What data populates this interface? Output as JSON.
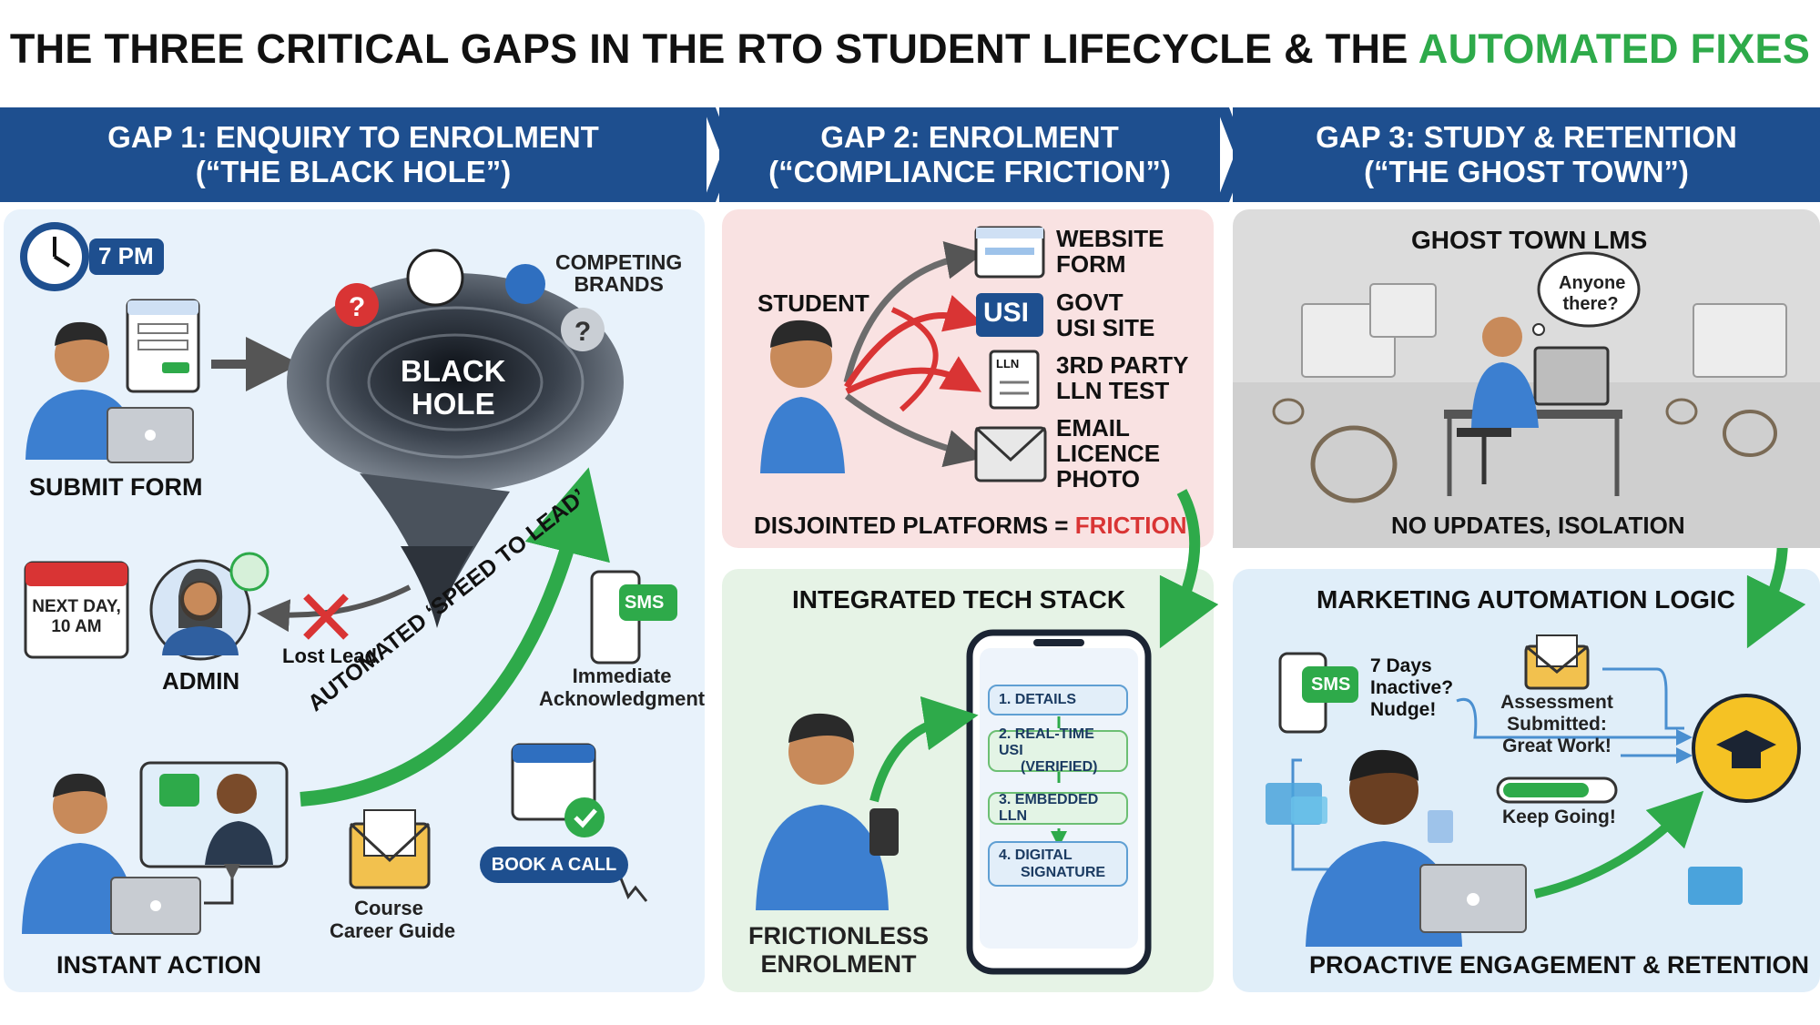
{
  "title": {
    "main": "THE THREE CRITICAL GAPS IN THE RTO STUDENT LIFECYCLE & THE",
    "accent": "AUTOMATED FIXES"
  },
  "gaps": [
    {
      "line1": "GAP 1: ENQUIRY TO ENROLMENT",
      "line2": "(“THE BLACK HOLE”)"
    },
    {
      "line1": "GAP 2: ENROLMENT",
      "line2": "(“COMPLIANCE FRICTION”)"
    },
    {
      "line1": "GAP 3: STUDY & RETENTION",
      "line2": "(“THE GHOST TOWN”)"
    }
  ],
  "gap1": {
    "time": "7 PM",
    "submit_form": "SUBMIT FORM",
    "competing_brands_1": "COMPETING",
    "competing_brands_2": "BRANDS",
    "black_hole_1": "BLACK",
    "black_hole_2": "HOLE",
    "next_day_1": "NEXT DAY,",
    "next_day_2": "10 AM",
    "admin": "ADMIN",
    "lost_lead": "Lost Lead",
    "speed_to_lead": "AUTOMATED ‘SPEED TO LEAD’",
    "sms": "SMS",
    "immediate_1": "Immediate",
    "immediate_2": "Acknowledgment",
    "book_a_call": "BOOK A CALL",
    "course_1": "Course",
    "course_2": "Career Guide",
    "instant_action": "INSTANT ACTION"
  },
  "gap2": {
    "student": "STUDENT",
    "website_1": "WEBSITE",
    "website_2": "FORM",
    "usi_badge": "USI",
    "govt_1": "GOVT",
    "govt_2": "USI SITE",
    "lln_badge": "LLN",
    "third_1": "3RD PARTY",
    "third_2": "LLN TEST",
    "email_1": "EMAIL",
    "email_2": "LICENCE",
    "email_3": "PHOTO",
    "disjointed": "DISJOINTED PLATFORMS = ",
    "friction": "FRICTION",
    "stack_title": "INTEGRATED TECH STACK",
    "steps": [
      "1. DETAILS",
      "2. REAL-TIME USI",
      "(VERIFIED)",
      "3. EMBEDDED LLN",
      "4. DIGITAL",
      "SIGNATURE"
    ],
    "frictionless_1": "FRICTIONLESS",
    "frictionless_2": "ENROLMENT"
  },
  "gap3": {
    "ghost_title": "GHOST TOWN LMS",
    "anyone_1": "Anyone",
    "anyone_2": "there?",
    "no_updates": "NO UPDATES, ISOLATION",
    "logic_title": "MARKETING AUTOMATION LOGIC",
    "sms": "SMS",
    "inactive_1": "7 Days",
    "inactive_2": "Inactive?",
    "inactive_3": "Nudge!",
    "assess_1": "Assessment",
    "assess_2": "Submitted:",
    "assess_3": "Great Work!",
    "keep_going": "Keep Going!",
    "progress": 0.8,
    "proactive": "PROACTIVE ENGAGEMENT & RETENTION"
  },
  "colors": {
    "band": "#1e4f8f",
    "accent_green": "#2eaa4a",
    "friction_red": "#d93434"
  }
}
